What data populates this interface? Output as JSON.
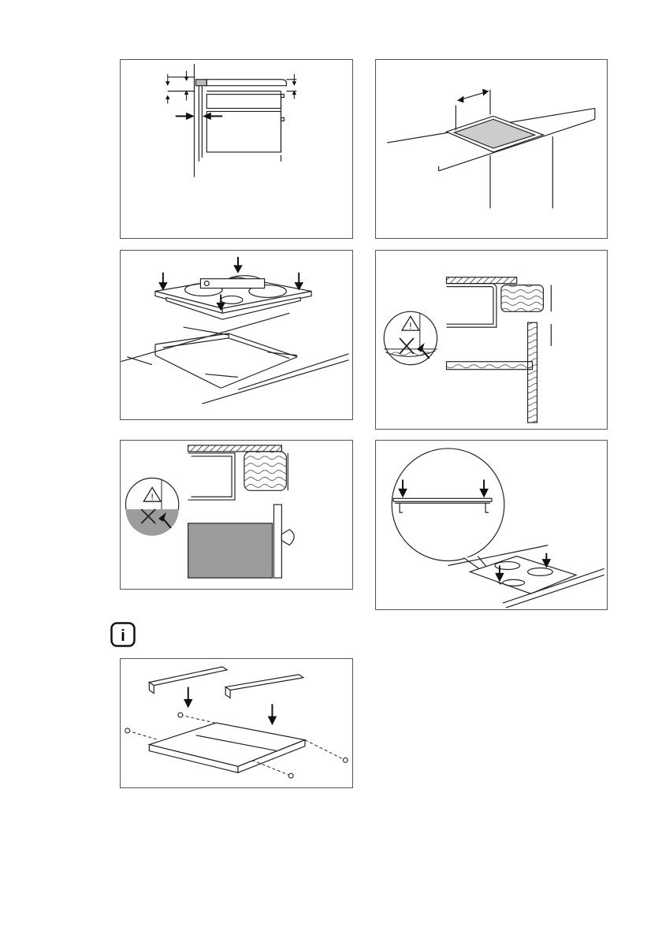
{
  "figures": [
    {
      "id": "fig-1",
      "icon": "cabinet-clearance-diagram"
    },
    {
      "id": "fig-2",
      "icon": "worktop-cutout-diagram"
    },
    {
      "id": "fig-3",
      "icon": "hob-insertion-diagram"
    },
    {
      "id": "fig-4",
      "icon": "drawer-clearance-warning-diagram"
    },
    {
      "id": "fig-5",
      "icon": "oven-below-warning-diagram"
    },
    {
      "id": "fig-6",
      "icon": "hob-press-down-detail-diagram"
    },
    {
      "id": "fig-7",
      "icon": "bracket-assembly-diagram"
    }
  ],
  "info_icon": {
    "symbol": "i",
    "name": "info-icon"
  }
}
